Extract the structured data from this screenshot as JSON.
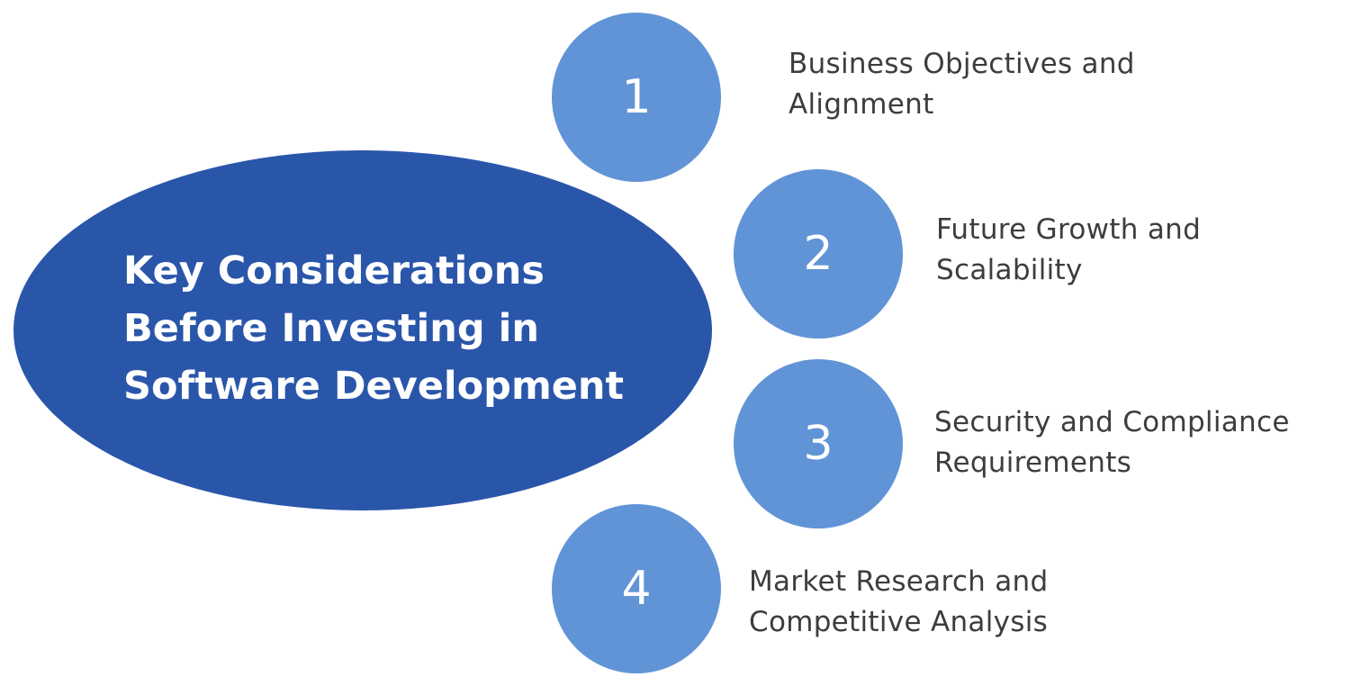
{
  "center": {
    "title_lines": [
      "Key Considerations",
      "Before Investing in",
      "Software Development"
    ]
  },
  "steps": [
    {
      "number": "1",
      "lines": [
        "Business Objectives and",
        "Alignment"
      ]
    },
    {
      "number": "2",
      "lines": [
        "Future Growth and",
        "Scalability"
      ]
    },
    {
      "number": "3",
      "lines": [
        "Security and Compliance",
        "Requirements"
      ]
    },
    {
      "number": "4",
      "lines": [
        "Market Research and",
        "Competitive Analysis"
      ]
    }
  ],
  "colors": {
    "center_fill": "#2a56aa",
    "circle_fill": "#6194d6",
    "label_text": "#3d3d3d",
    "inverse_text": "#ffffff"
  }
}
